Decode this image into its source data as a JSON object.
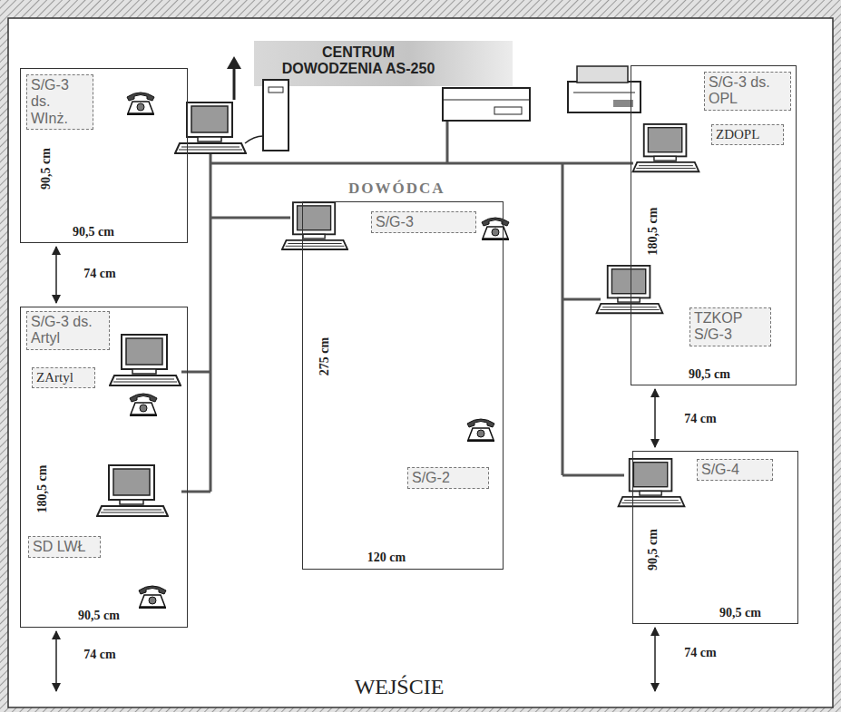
{
  "diagram": {
    "title": "CENTRUM DOWODZENIA AS-250",
    "nodes": [
      {
        "text": [
          "90,5 cm",
          "90,5 cm"
        ]
      },
      {
        "text": [
          "S/G-3 ds. WInż."
        ],
        "in": 0
      },
      {
        "text": [
          "DOWÓDCA",
          "275 cm",
          "120 cm"
        ]
      },
      {
        "text": [
          "S/G-3"
        ],
        "in": 2
      },
      {
        "text": [
          "S/G-2"
        ],
        "in": 2
      },
      {
        "text": [
          "180,5 cm",
          "90,5 cm"
        ]
      },
      {
        "text": [
          "S/G-3 ds. OPL"
        ],
        "in": 5
      },
      {
        "text": [
          "ZDOPL"
        ],
        "in": 5
      },
      {
        "text": [
          "TZKOP S/G-3"
        ],
        "in": 5
      },
      {
        "text": [
          "180,5 cm",
          "90,5 cm"
        ]
      },
      {
        "text": [
          "S/G-3 ds. Artyl"
        ],
        "in": 9
      },
      {
        "text": [
          "ZArtyl"
        ],
        "in": 9
      },
      {
        "text": [
          "SD LWŁ"
        ],
        "in": 9
      },
      {
        "text": [
          "90,5 cm",
          "90,5 cm"
        ]
      },
      {
        "text": [
          "S/G-4"
        ],
        "in": 13
      }
    ],
    "labels": [
      "74 cm",
      "74 cm",
      "74 cm",
      "74 cm",
      "WEJŚCIE"
    ]
  }
}
